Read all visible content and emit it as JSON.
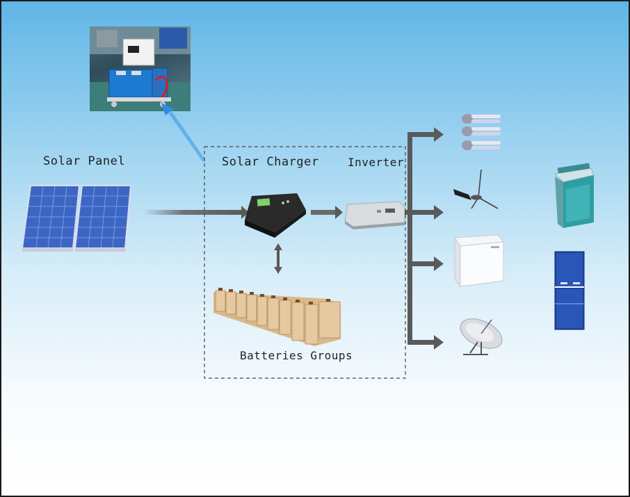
{
  "labels": {
    "solar_panel": "Solar Panel",
    "solar_charger": "Solar Charger",
    "inverter": "Inverter",
    "batteries": "Batteries Groups"
  },
  "colors": {
    "sky_top": "#5fb6e6",
    "arrow": "#5a5a5a",
    "highlight_arrow": "#2f8be6",
    "panel_blue": "#3c66c4"
  },
  "icons": [
    "system-photo-icon",
    "solar-panel-icon",
    "charger-icon",
    "inverter-icon",
    "battery-bank-icon",
    "cfl-bulbs-icon",
    "wind-turbine-icon",
    "freezer-icon",
    "satellite-dish-icon",
    "washing-machine-icon",
    "refrigerator-icon"
  ]
}
